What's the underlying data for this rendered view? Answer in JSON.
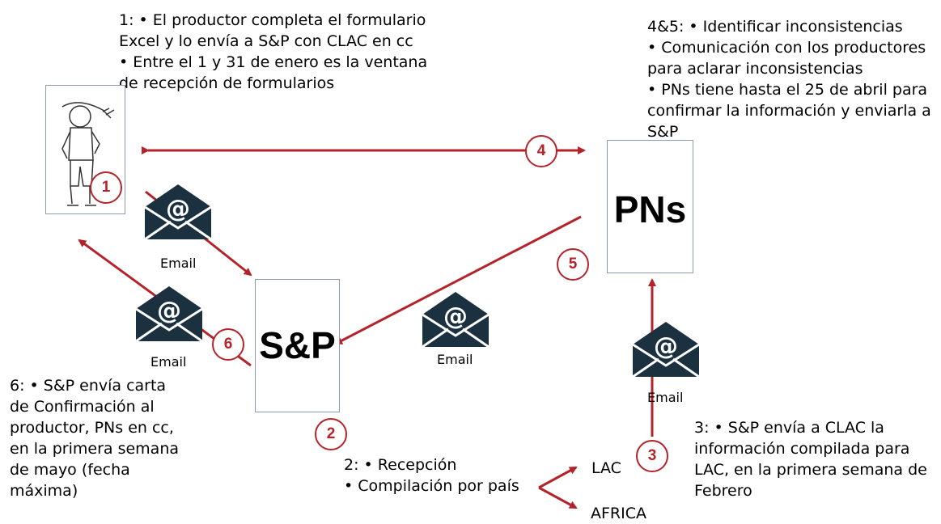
{
  "notes": {
    "step1": "1: • El productor completa el formulario Excel y lo envía a S&P con CLAC en cc\n• Entre el 1 y 31 de enero es la ventana de recepción de formularios",
    "step45": "4&5: • Identificar inconsistencias\n• Comunicación con los productores para aclarar inconsistencias\n• PNs tiene hasta el 25 de abril para confirmar la información y enviarla a S&P",
    "step6": "6: • S&P envía carta de Confirmación al productor, PNs en cc, en la primera semana de mayo (fecha máxima)",
    "step2": "2: • Recepción\n• Compilación por país",
    "step3": "3: • S&P envía a CLAC la información compilada para LAC, en la primera semana de Febrero"
  },
  "nodes": {
    "pns": "PNs",
    "sp": "S&P",
    "lac": "LAC",
    "africa": "AFRICA"
  },
  "email_label": "Email",
  "badges": {
    "b1": "1",
    "b2": "2",
    "b3": "3",
    "b4": "4",
    "b5": "5",
    "b6": "6"
  },
  "colors": {
    "arrow": "#b5232a",
    "box_border": "#8a9bb5",
    "envelope": "#1b3140"
  }
}
